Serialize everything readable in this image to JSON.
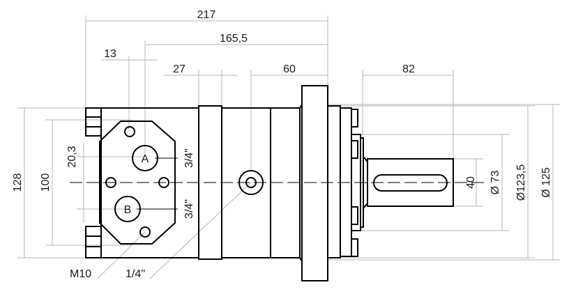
{
  "dimensions": {
    "overall_length": "217",
    "length_to_flange": "165,5",
    "port_offset": "13",
    "band_width": "27",
    "flange_to_body": "60",
    "shaft_length": "82",
    "height": "128",
    "port_plate_height": "100",
    "port_spacing": "20,3",
    "shaft_diameter": "40",
    "pilot_diameter": "Ø 73",
    "bolt_circle_diameter": "Ø123,5",
    "flange_diameter": "Ø 125"
  },
  "ports": {
    "a_label": "A",
    "b_label": "B",
    "a_size": "3/4\"",
    "b_size": "3/4\""
  },
  "callouts": {
    "thread": "M10",
    "drain_port": "1/4''"
  }
}
